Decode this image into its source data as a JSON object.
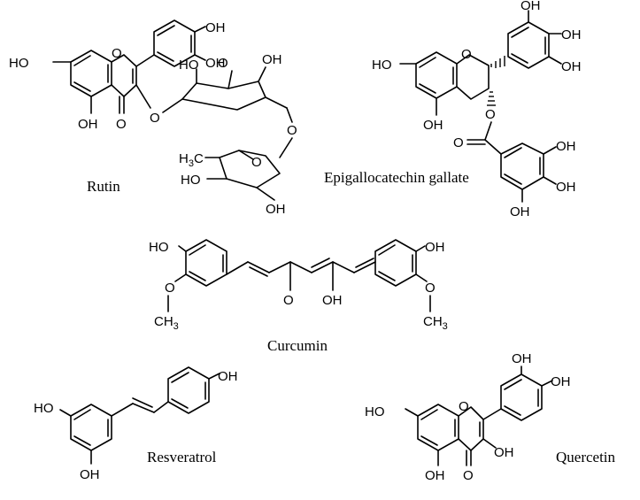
{
  "molecules": {
    "rutin": {
      "name": "Rutin"
    },
    "egcg": {
      "name": "Epigallocatechin gallate"
    },
    "curcumin": {
      "name": "Curcumin"
    },
    "resveratrol": {
      "name": "Resveratrol"
    },
    "quercetin": {
      "name": "Quercetin"
    }
  },
  "atoms": {
    "oh": "OH",
    "ho": "HO",
    "o": "O",
    "h3c": "H",
    "h3c_sub": "3",
    "h3c_c": "C",
    "ch": "CH",
    "ch_sub": "3"
  }
}
